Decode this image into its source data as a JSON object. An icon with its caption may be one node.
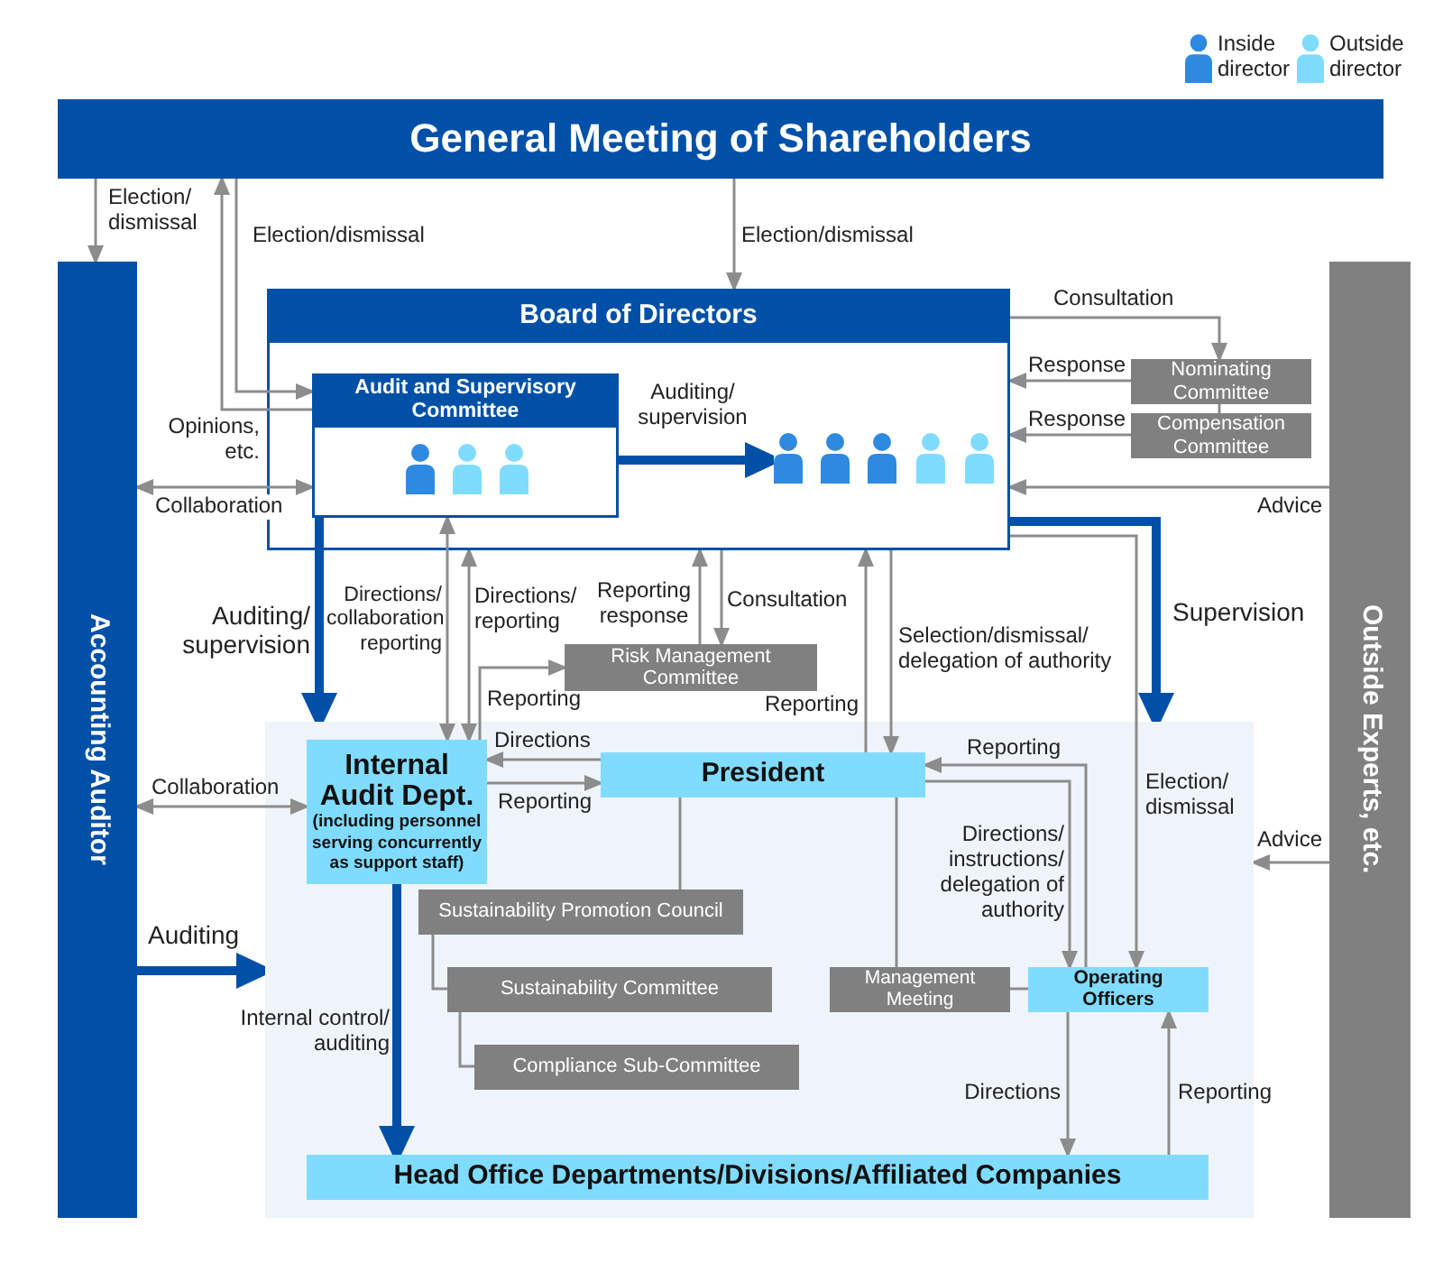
{
  "diagram": {
    "nodes": [
      {
        "text": [
          "General Meeting of Shareholders"
        ]
      },
      {
        "text": [
          "Accounting Auditor"
        ]
      },
      {
        "text": [
          "Board of Directors"
        ]
      },
      {
        "text": [
          "Audit and Supervisory Committee"
        ],
        "in": 2
      },
      {
        "text": [],
        "shape": "person",
        "in": 3
      },
      {
        "text": [],
        "shape": "person",
        "in": 3
      },
      {
        "text": [],
        "shape": "person",
        "in": 3
      },
      {
        "text": [],
        "shape": "person",
        "in": 2
      },
      {
        "text": [],
        "shape": "person",
        "in": 2
      },
      {
        "text": [],
        "shape": "person",
        "in": 2
      },
      {
        "text": [],
        "shape": "person",
        "in": 2
      },
      {
        "text": [],
        "shape": "person",
        "in": 2
      },
      {
        "text": [
          "Nominating Committee"
        ]
      },
      {
        "text": [
          "Compensation Committee"
        ]
      },
      {
        "text": [
          "Outside Experts, etc."
        ]
      },
      {
        "text": [
          "Risk Management Committee"
        ]
      },
      {
        "text": [],
        "shape": "box"
      },
      {
        "text": [
          "Internal Audit Dept.",
          "(including personnel serving concurrently as support staff)"
        ],
        "in": 16
      },
      {
        "text": [
          "President"
        ],
        "in": 16
      },
      {
        "text": [
          "Sustainability Promotion Council"
        ],
        "in": 16
      },
      {
        "text": [
          "Sustainability Committee"
        ],
        "in": 16
      },
      {
        "text": [
          "Compliance Sub-Committee"
        ],
        "in": 16
      },
      {
        "text": [
          "Management Meeting"
        ],
        "in": 16
      },
      {
        "text": [
          "Operating Officers"
        ],
        "in": 16
      },
      {
        "text": [
          "Head Office Departments/Divisions/Affiliated Companies"
        ],
        "in": 16
      }
    ],
    "edges": [
      {
        "from": 0,
        "to": 1,
        "arrow": "to",
        "label": "Election/ dismissal"
      },
      {
        "from": 3,
        "to": 0,
        "arrow": "to",
        "label": "Opinions, etc."
      },
      {
        "from": 0,
        "to": 3,
        "arrow": "to",
        "label": "Election/dismissal"
      },
      {
        "from": 0,
        "to": 2,
        "arrow": "to",
        "label": "Election/dismissal"
      },
      {
        "from": 2,
        "to": 12,
        "arrow": "to",
        "label": "Consultation"
      },
      {
        "from": 12,
        "to": 2,
        "arrow": "to",
        "label": "Response"
      },
      {
        "from": 13,
        "to": 2,
        "arrow": "to",
        "label": "Response"
      },
      {
        "from": 12,
        "to": 13,
        "arrow": "none"
      },
      {
        "from": 3,
        "to": 7,
        "arrow": "to",
        "label": "Auditing/ supervision",
        "style": "thick",
        "color": "#0050a8"
      },
      {
        "from": 1,
        "to": 3,
        "arrow": "both",
        "label": "Collaboration"
      },
      {
        "from": 14,
        "to": 2,
        "arrow": "to",
        "label": "Advice"
      },
      {
        "from": 3,
        "to": 16,
        "arrow": "to",
        "label": "Auditing/ supervision",
        "style": "thick",
        "color": "#0050a8"
      },
      {
        "from": 3,
        "to": 17,
        "arrow": "both",
        "label": "Directions/ collaboration reporting"
      },
      {
        "from": 2,
        "to": 17,
        "arrow": "both",
        "label": "Directions/ reporting"
      },
      {
        "from": 15,
        "to": 2,
        "arrow": "to",
        "label": "Reporting response"
      },
      {
        "from": 2,
        "to": 15,
        "arrow": "to",
        "label": "Consultation"
      },
      {
        "from": 2,
        "to": 16,
        "arrow": "to",
        "label": "Supervision",
        "style": "thick",
        "color": "#0050a8"
      },
      {
        "from": 2,
        "to": 18,
        "arrow": "to",
        "label": "Selection/dismissal/ delegation of authority"
      },
      {
        "from": 17,
        "to": 15,
        "arrow": "to",
        "label": "Reporting"
      },
      {
        "from": 18,
        "to": 2,
        "arrow": "to",
        "label": "Reporting"
      },
      {
        "from": 18,
        "to": 17,
        "arrow": "to",
        "label": "Directions"
      },
      {
        "from": 23,
        "to": 18,
        "arrow": "to",
        "label": "Reporting"
      },
      {
        "from": 1,
        "to": 17,
        "arrow": "both",
        "label": "Collaboration"
      },
      {
        "from": 17,
        "to": 18,
        "arrow": "to",
        "label": "Reporting"
      },
      {
        "from": 2,
        "to": 23,
        "arrow": "to",
        "label": "Election/ dismissal"
      },
      {
        "from": 18,
        "to": 23,
        "arrow": "to",
        "label": "Directions/ instructions/ delegation of authority"
      },
      {
        "from": 14,
        "to": 16,
        "arrow": "to",
        "label": "Advice"
      },
      {
        "from": 18,
        "to": 19,
        "arrow": "none"
      },
      {
        "from": 1,
        "to": 16,
        "arrow": "to",
        "label": "Auditing",
        "style": "thick",
        "color": "#0050a8"
      },
      {
        "from": 19,
        "to": 20,
        "arrow": "none"
      },
      {
        "from": 18,
        "to": 22,
        "arrow": "none"
      },
      {
        "from": 22,
        "to": 23,
        "arrow": "none"
      },
      {
        "from": 20,
        "to": 21,
        "arrow": "none"
      },
      {
        "from": 17,
        "to": 24,
        "arrow": "to",
        "label": "Internal control/ auditing",
        "style": "thick",
        "color": "#0050a8"
      },
      {
        "from": 23,
        "to": 24,
        "arrow": "to",
        "label": "Directions"
      },
      {
        "from": 24,
        "to": 23,
        "arrow": "to",
        "label": "Reporting"
      }
    ],
    "legend": [
      {
        "text": "Inside director",
        "color": "#2e8ae0"
      },
      {
        "text": "Outside director",
        "color": "#80dcff"
      }
    ]
  }
}
